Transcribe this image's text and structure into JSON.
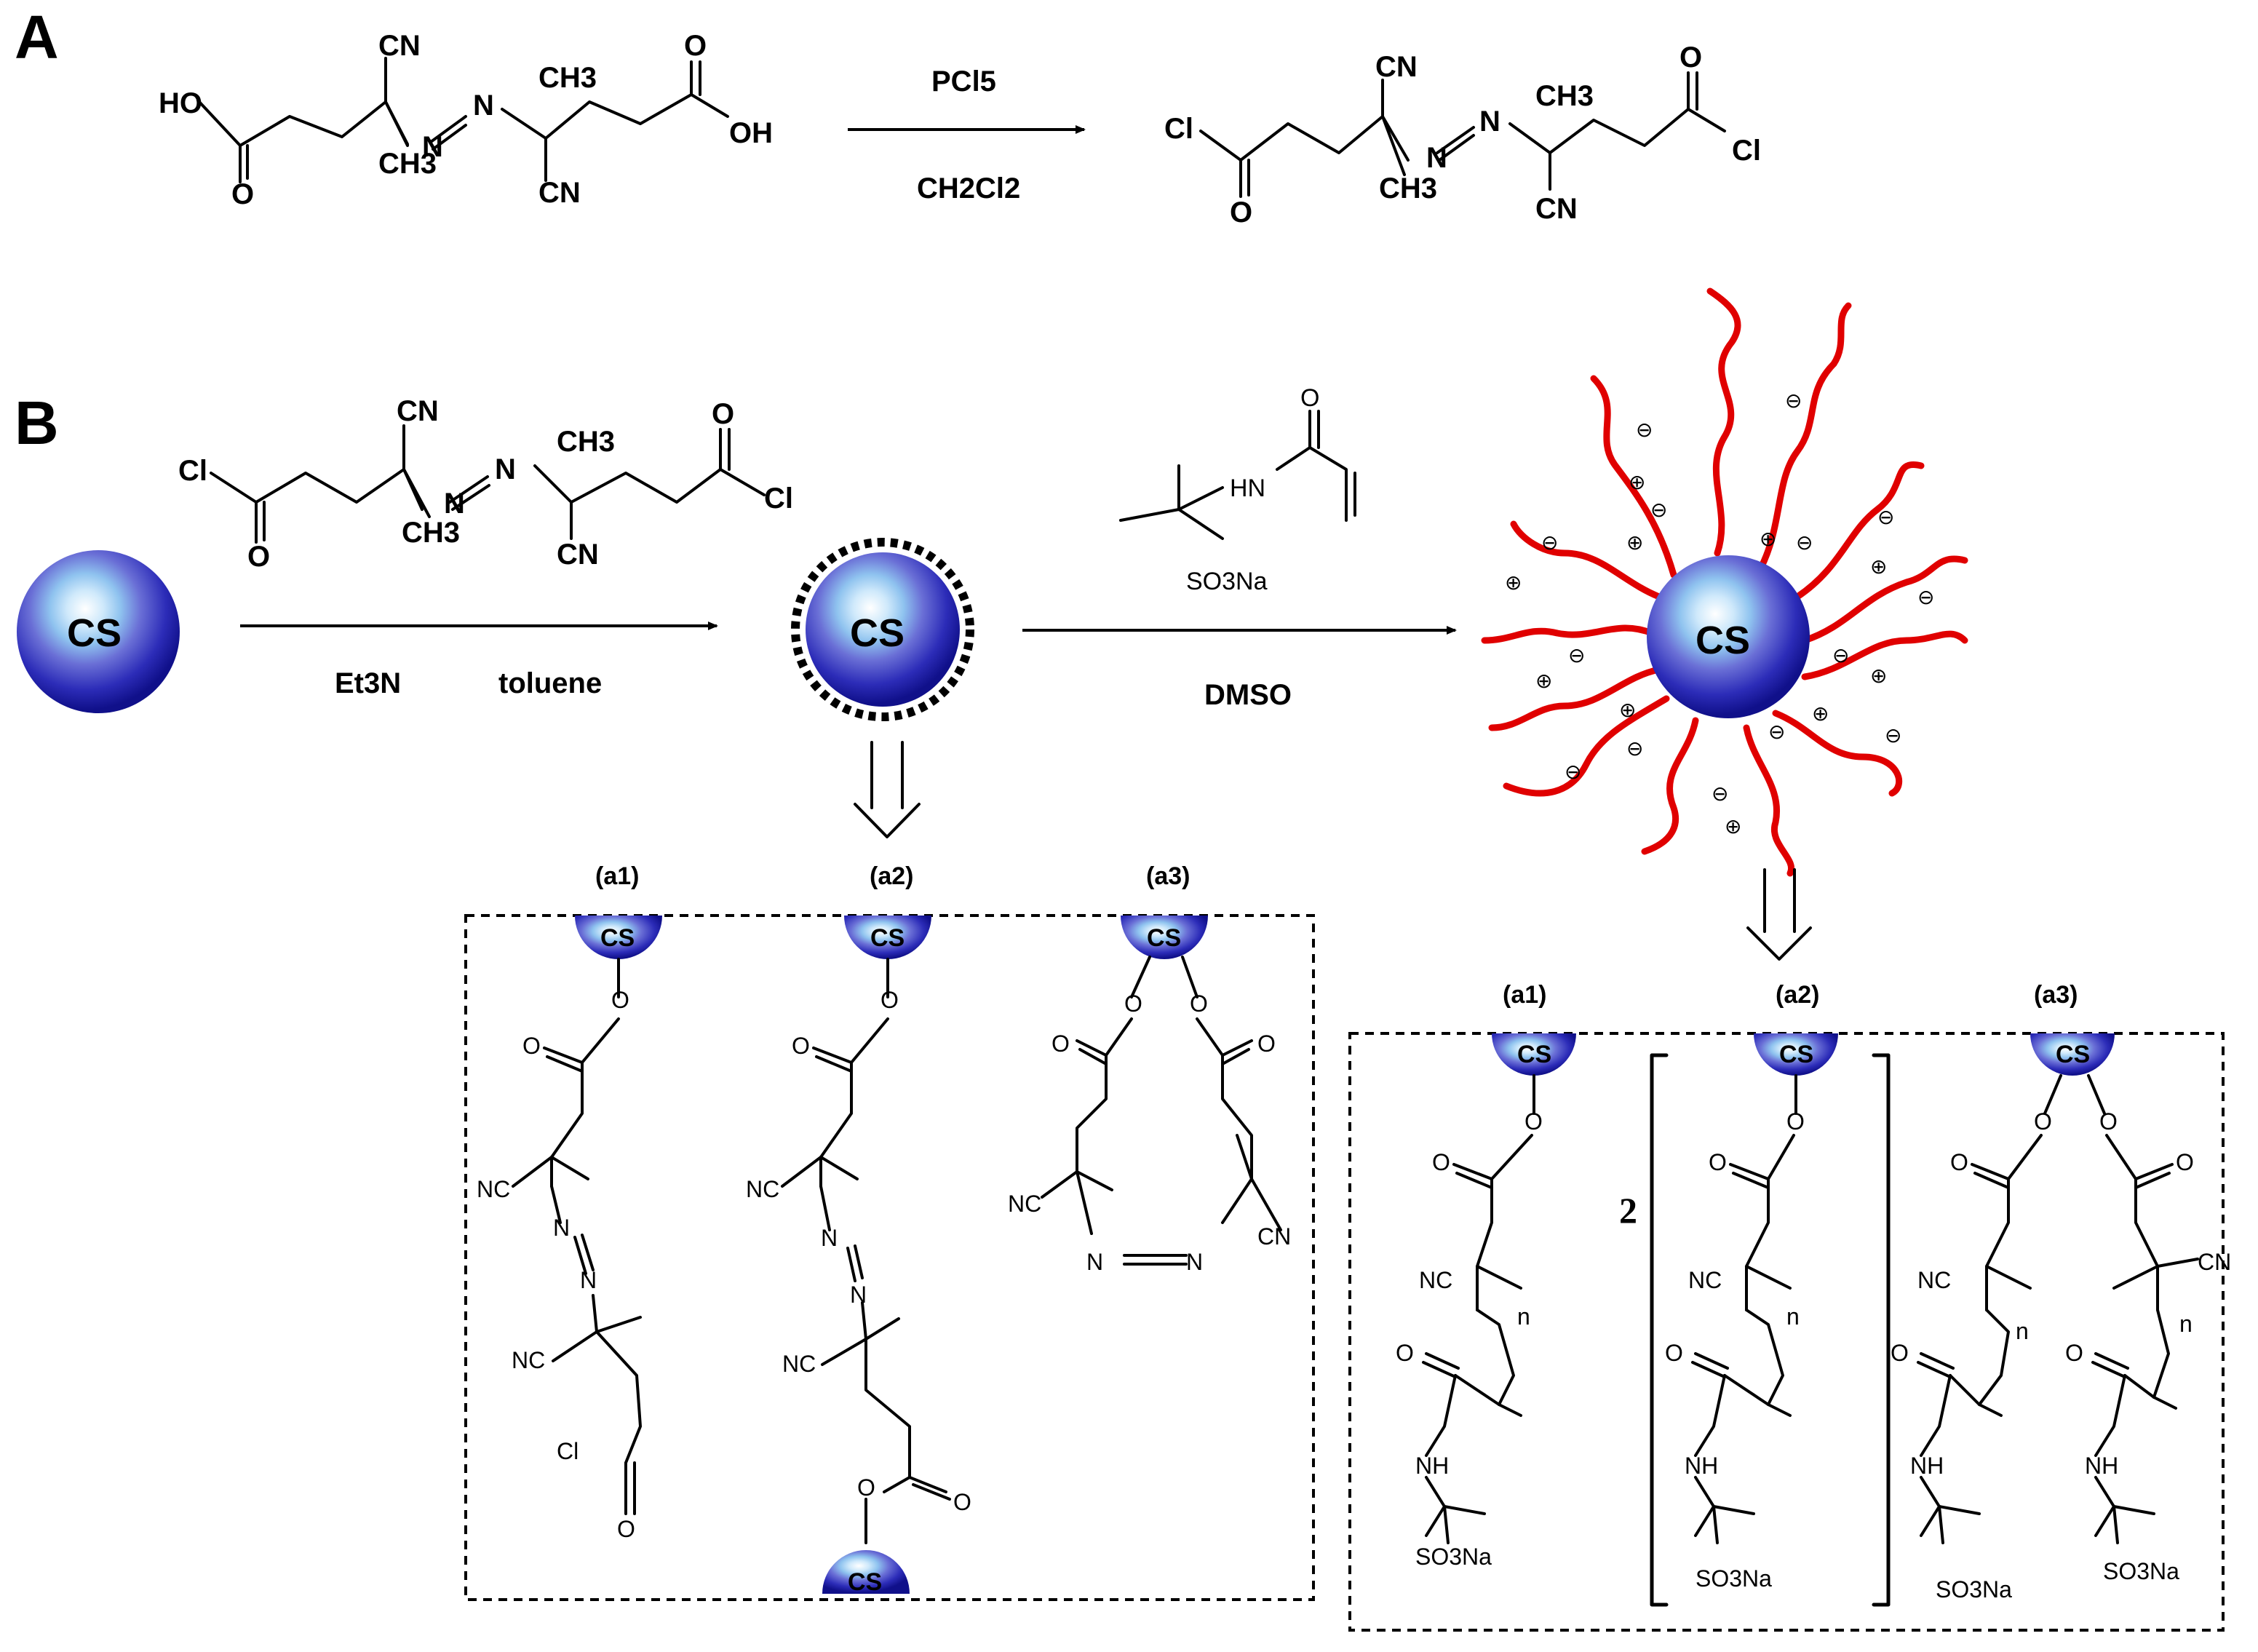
{
  "panels": {
    "a": "A",
    "b": "B"
  },
  "reaction_a": {
    "reactant": {
      "cn_top": "CN",
      "ch3_top": "CH3",
      "ho": "HO",
      "oh": "OH",
      "o": "O",
      "ch3_bottom": "CH3",
      "cn_bottom": "CN",
      "n": "N"
    },
    "reagent_top": "PCl5",
    "reagent_bottom": "CH2Cl2",
    "product": {
      "cn_top": "CN",
      "ch3_top": "CH3",
      "cl": "Cl",
      "o": "O",
      "ch3_bottom": "CH3",
      "cn_bottom": "CN",
      "n": "N"
    }
  },
  "reaction_b": {
    "start_label": "CS",
    "step1": {
      "reagent_bottom_1": "Et3N",
      "reagent_bottom_2": "toluene"
    },
    "initiator": {
      "cn_top": "CN",
      "ch3_top": "CH3",
      "cl": "Cl",
      "o": "O",
      "ch3_bottom": "CH3",
      "cn_bottom": "CN",
      "n": "N"
    },
    "intermediate_label": "CS",
    "step2": {
      "monomer_nh": "HN",
      "monomer_o": "O",
      "monomer_so3na": "SO3Na",
      "solvent": "DMSO"
    },
    "product_label": "CS",
    "charges": {
      "minus": "⊖",
      "plus": "⊕"
    }
  },
  "box_left": {
    "a1": {
      "label": "(a1)",
      "cs": "CS",
      "nc": "NC",
      "nc2": "NC",
      "cl": "Cl",
      "o": "O",
      "n": "N"
    },
    "a2": {
      "label": "(a2)",
      "cs": "CS",
      "cs_bottom": "CS",
      "nc": "NC",
      "nc2": "NC",
      "o": "O",
      "n": "N"
    },
    "a3": {
      "label": "(a3)",
      "cs": "CS",
      "nc": "NC",
      "cn": "CN",
      "o": "O",
      "n": "N"
    }
  },
  "box_right": {
    "a1": {
      "label": "(a1)",
      "cs": "CS",
      "nc": "NC",
      "o": "O",
      "nh": "NH",
      "so3na": "SO3Na",
      "n": "n"
    },
    "a2": {
      "label": "(a2)",
      "cs": "CS",
      "nc": "NC",
      "o": "O",
      "nh": "NH",
      "so3na": "SO3Na",
      "n": "n",
      "multiplier": "2"
    },
    "a3": {
      "label": "(a3)",
      "cs": "CS",
      "nc": "NC",
      "cn": "CN",
      "o": "O",
      "nh": "NH",
      "so3na": "SO3Na",
      "n": "n"
    }
  },
  "colors": {
    "polymer": "#e00000",
    "sphere_dark": "#1a1aa8",
    "sphere_light": "#a8d4f5"
  }
}
